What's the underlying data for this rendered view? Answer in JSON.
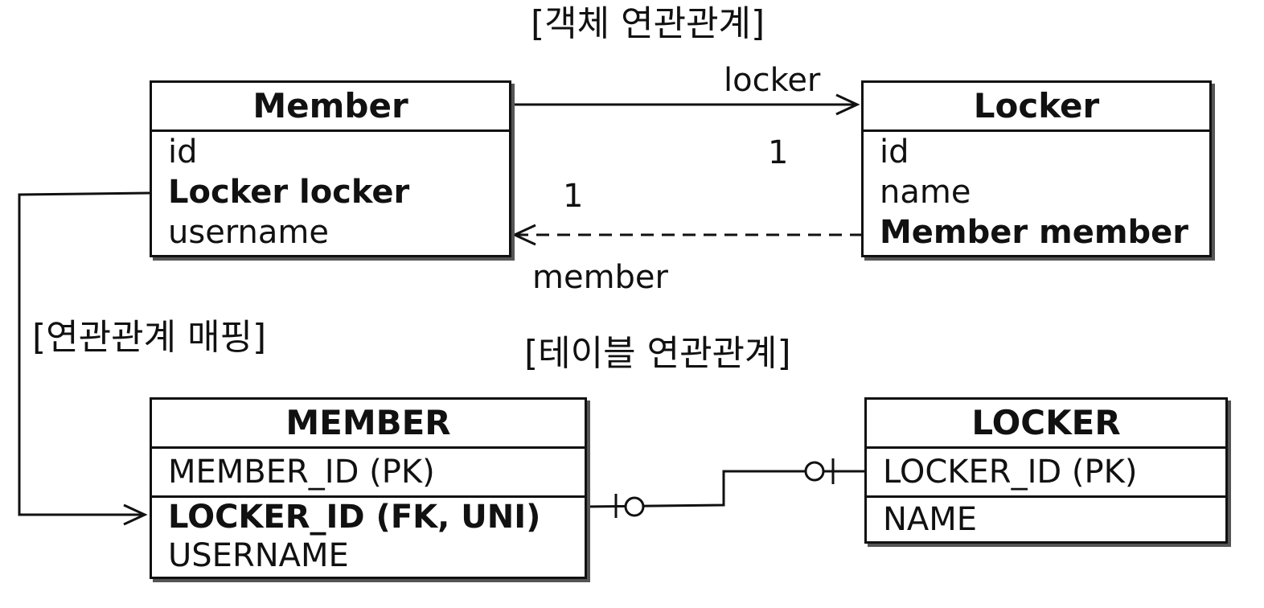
{
  "titles": {
    "object_relation": "[객체 연관관계]",
    "mapping": "[연관관계 매핑]",
    "table_relation": "[테이블 연관관계]"
  },
  "object_model": {
    "member": {
      "name": "Member",
      "fields": [
        "id",
        "Locker locker",
        "username"
      ]
    },
    "locker": {
      "name": "Locker",
      "fields": [
        "id",
        "name",
        "Member member"
      ]
    },
    "assoc_locker_label": "locker",
    "assoc_member_label": "member",
    "mult_locker": "1",
    "mult_member": "1"
  },
  "table_model": {
    "member": {
      "name": "MEMBER",
      "pk": "MEMBER_ID (PK)",
      "fk": "LOCKER_ID (FK, UNI)",
      "col": "USERNAME"
    },
    "locker": {
      "name": "LOCKER",
      "pk": "LOCKER_ID (PK)",
      "col": "NAME"
    }
  }
}
